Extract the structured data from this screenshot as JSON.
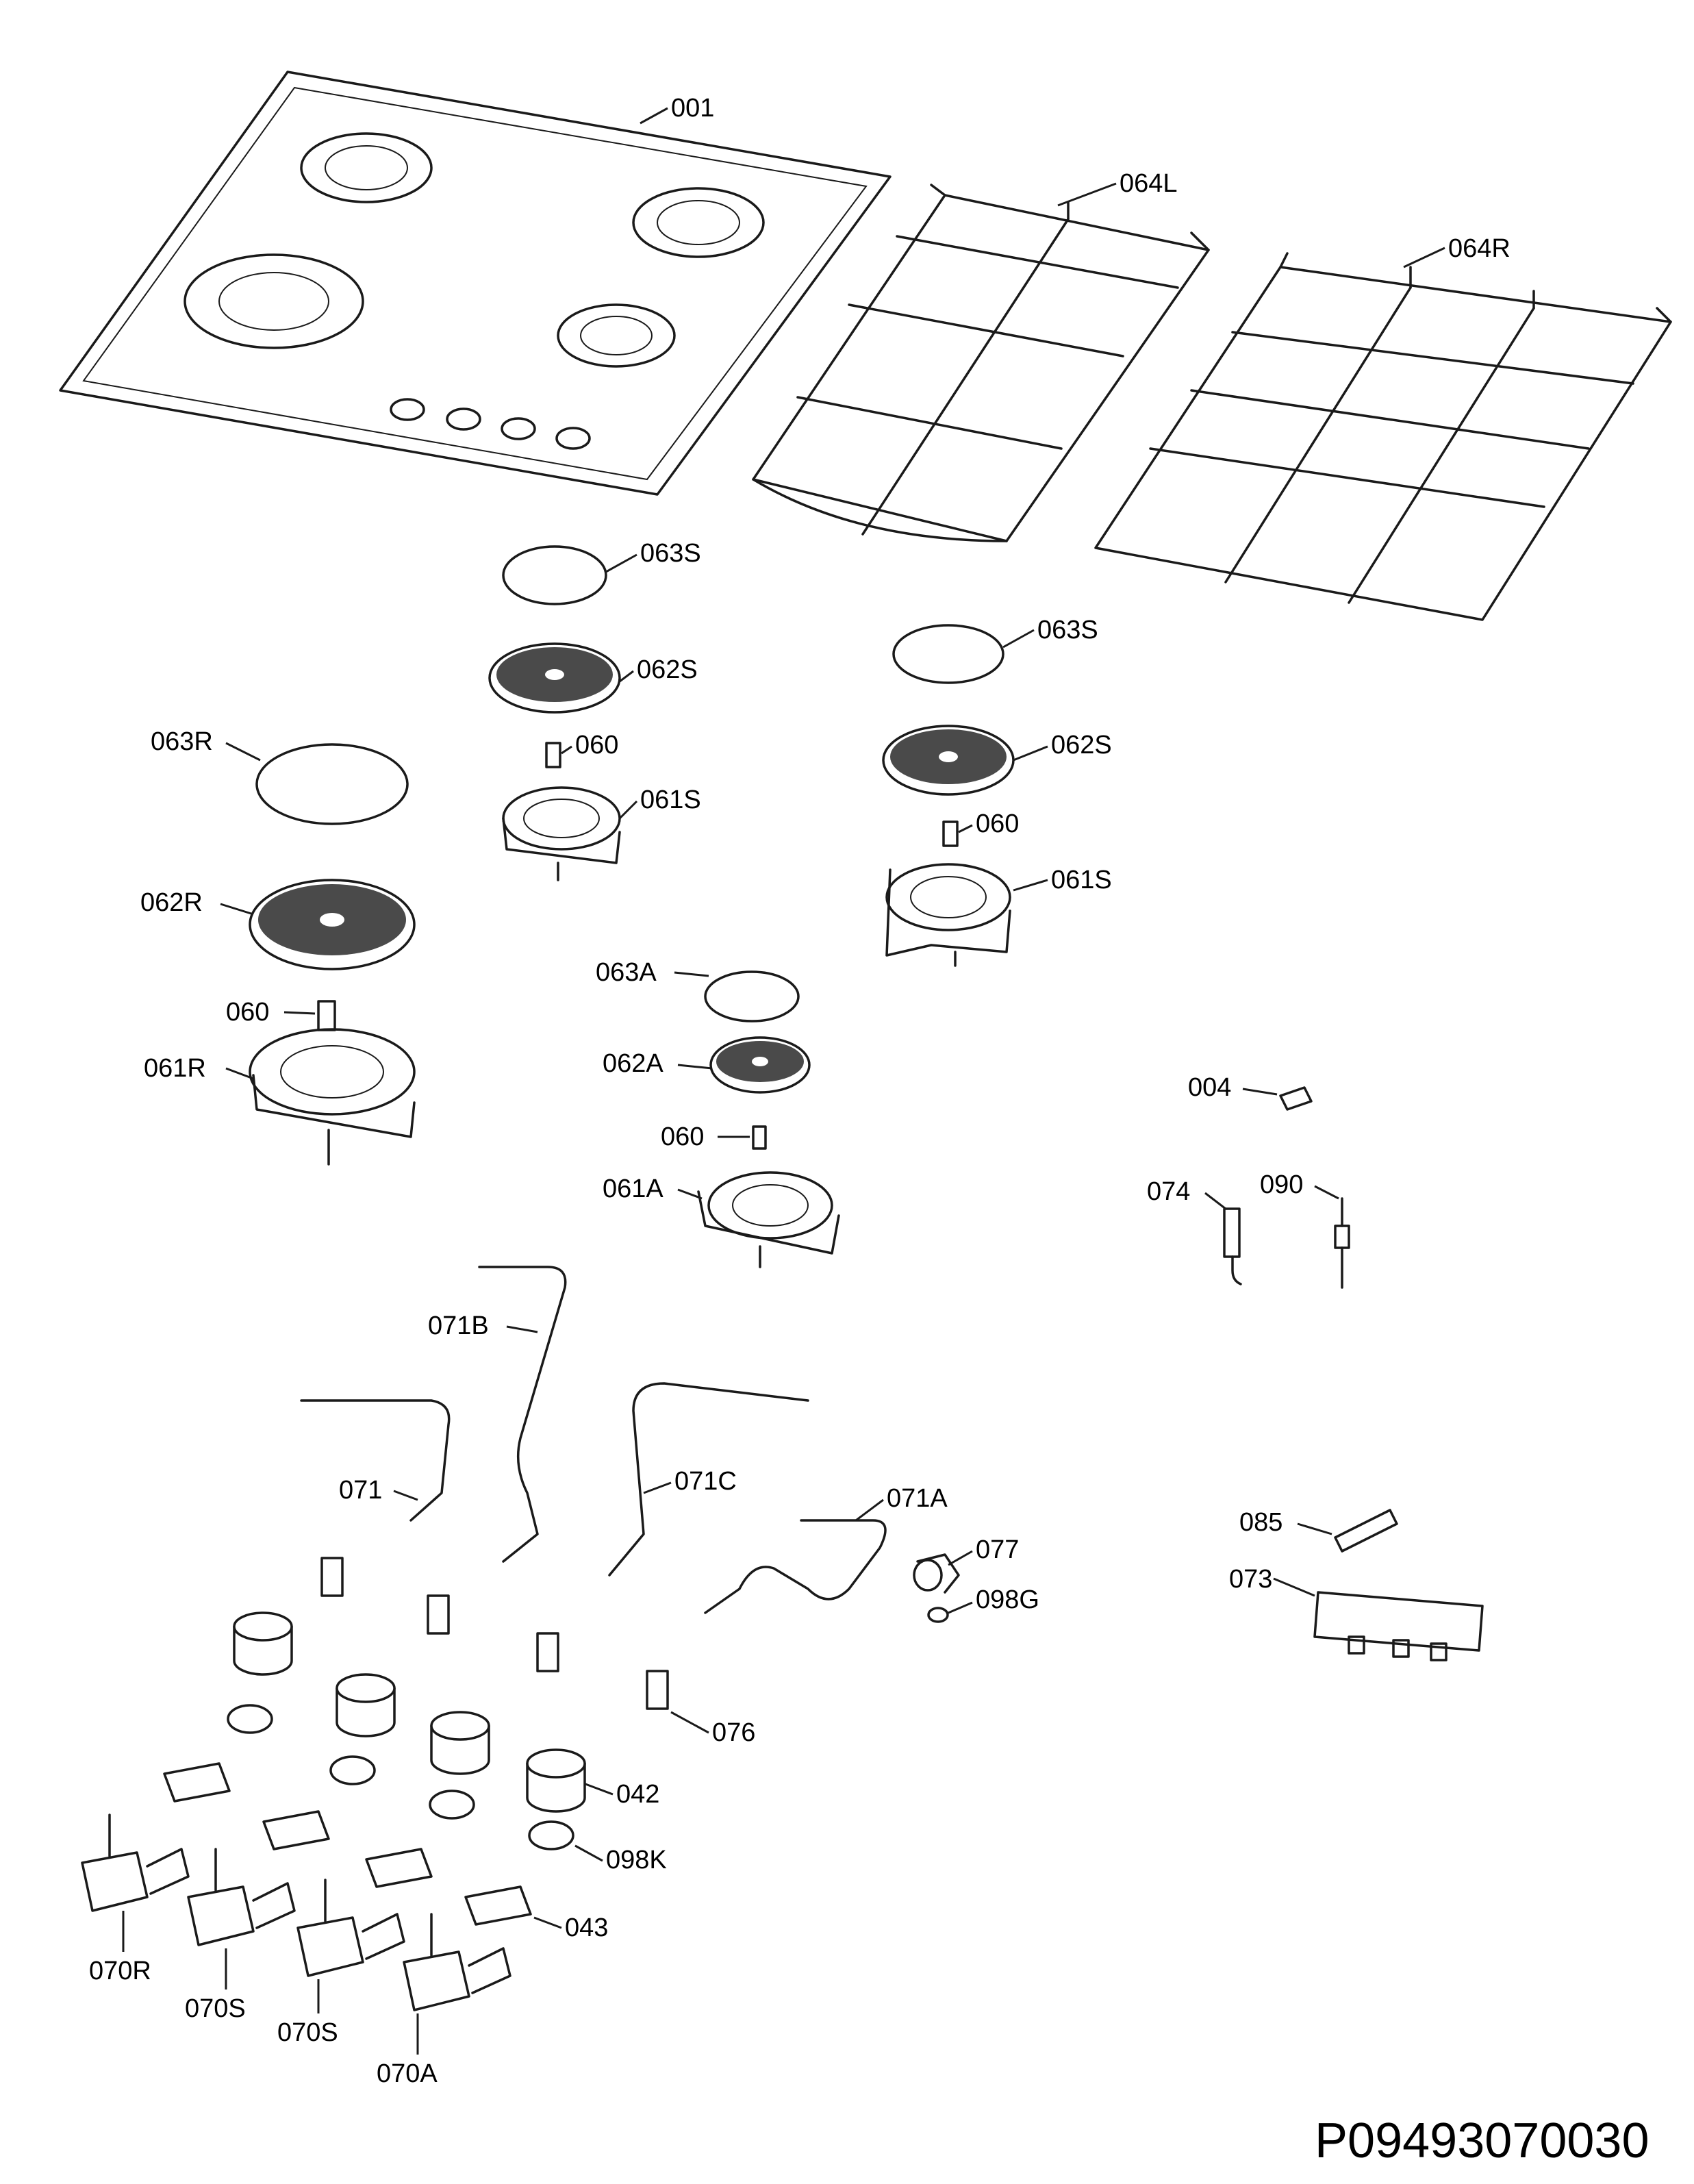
{
  "document_id": "P09493070030",
  "labels": {
    "l001": "001",
    "l064L": "064L",
    "l064R": "064R",
    "l063S_a": "063S",
    "l063S_b": "063S",
    "l062S_a": "062S",
    "l062S_b": "062S",
    "l063R": "063R",
    "l060_a": "060",
    "l060_b": "060",
    "l060_c": "060",
    "l060_d": "060",
    "l061S_a": "061S",
    "l061S_b": "061S",
    "l062R": "062R",
    "l063A": "063A",
    "l061R": "061R",
    "l062A": "062A",
    "l004": "004",
    "l061A": "061A",
    "l074": "074",
    "l090": "090",
    "l071B": "071B",
    "l071": "071",
    "l071C": "071C",
    "l071A": "071A",
    "l085": "085",
    "l077": "077",
    "l098G": "098G",
    "l073": "073",
    "l076": "076",
    "l042": "042",
    "l098K": "098K",
    "l043": "043",
    "l070R": "070R",
    "l070S_a": "070S",
    "l070S_b": "070S",
    "l070A": "070A"
  }
}
